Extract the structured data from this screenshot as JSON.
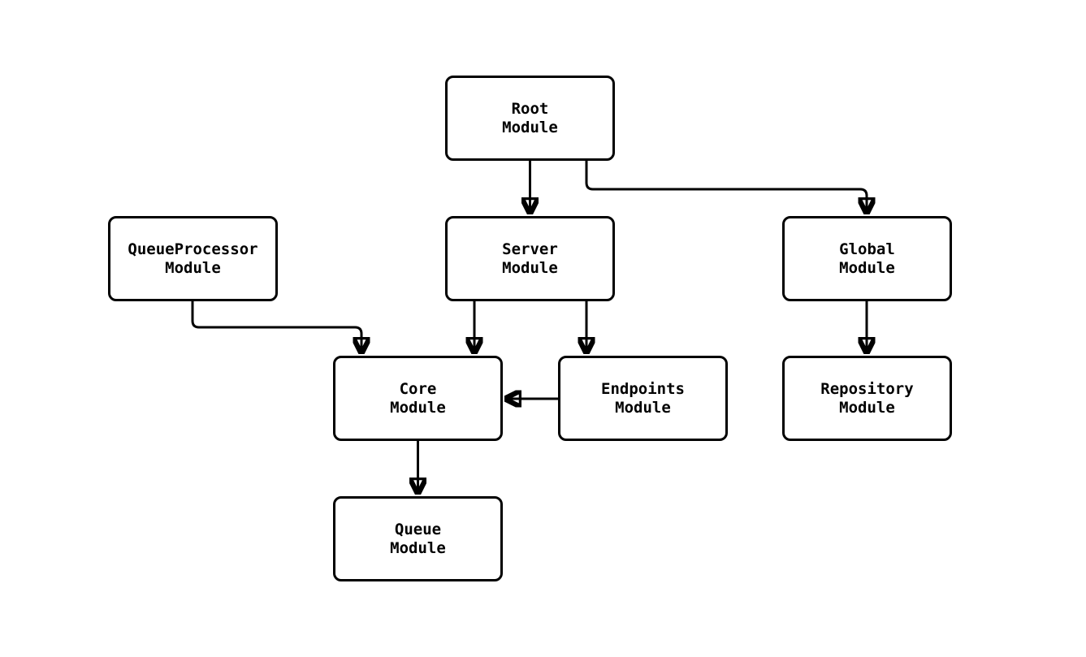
{
  "diagram": {
    "type": "flowchart-module-dependency",
    "background_color": "#ffffff",
    "node_fill_color": "#ffffff",
    "node_border_color": "#000000",
    "edge_color": "#000000",
    "nodes": {
      "root": {
        "label": "Root\nModule"
      },
      "queueprocessor": {
        "label": "QueueProcessor\nModule"
      },
      "server": {
        "label": "Server\nModule"
      },
      "global": {
        "label": "Global\nModule"
      },
      "core": {
        "label": "Core\nModule"
      },
      "endpoints": {
        "label": "Endpoints\nModule"
      },
      "repository": {
        "label": "Repository\nModule"
      },
      "queue": {
        "label": "Queue\nModule"
      }
    },
    "edges": [
      {
        "from": "Root Module",
        "to": "Server Module"
      },
      {
        "from": "Root Module",
        "to": "Global Module"
      },
      {
        "from": "QueueProcessor Module",
        "to": "Core Module"
      },
      {
        "from": "Server Module",
        "to": "Core Module"
      },
      {
        "from": "Server Module",
        "to": "Endpoints Module"
      },
      {
        "from": "Endpoints Module",
        "to": "Core Module"
      },
      {
        "from": "Global Module",
        "to": "Repository Module"
      },
      {
        "from": "Core Module",
        "to": "Queue Module"
      }
    ]
  }
}
